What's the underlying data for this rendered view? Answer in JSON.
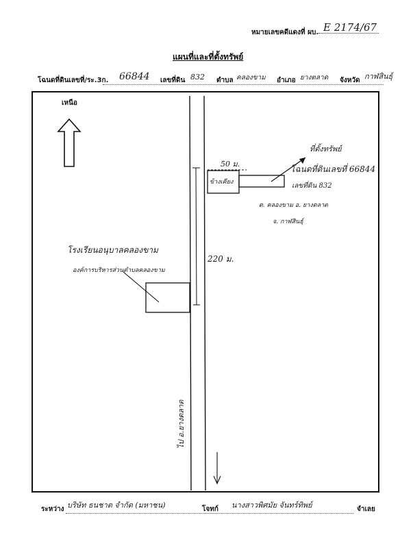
{
  "header": {
    "case_label": "หมายเลขคดีแดงที่ ผบ.",
    "case_number": "E 2174/67",
    "title": "แผนที่และที่ตั้งทรัพย์"
  },
  "deed_line": {
    "deed_label": "โฉนดที่ดินเลขที่/ระ.3ก.",
    "deed_number": "66844",
    "parcel_label": "เลขที่ดิน",
    "parcel_number": "832",
    "subdistrict_label": "ตำบล",
    "subdistrict_value": "คลองขาม",
    "district_label": "อำเภอ",
    "district_value": "ยางตลาด",
    "province_label": "จังหวัด",
    "province_value": "กาฬสินธุ์"
  },
  "map": {
    "north_label": "เหนือ",
    "frontage_label": "50 ม.",
    "side_label": "ข้างเคียง",
    "property_label": "ที่ตั้งทรัพย์",
    "property_deed": "โฉนดที่ดินเลขที่ 66844",
    "property_parcel": "เลขที่ดิน 832",
    "property_location1": "ต. คลองขาม อ. ยางตลาด",
    "property_location2": "จ. กาฬสินธุ์",
    "distance_label": "220 ม.",
    "landmark_line1": "โรงเรียนอนุบาลคลองขาม",
    "landmark_line2": "องค์การบริหารส่วนตำบลคลองขาม",
    "road_label": "ไป อ.ยางตลาด"
  },
  "footer": {
    "between_label": "ระหว่าง",
    "plaintiff": "บริษัท ธนชาต จำกัด (มหาชน)",
    "defendant_label": "โจทก์",
    "defendant": "นางสาวพิศมัย จันทร์ทิพย์",
    "role_label": "จำเลย"
  }
}
